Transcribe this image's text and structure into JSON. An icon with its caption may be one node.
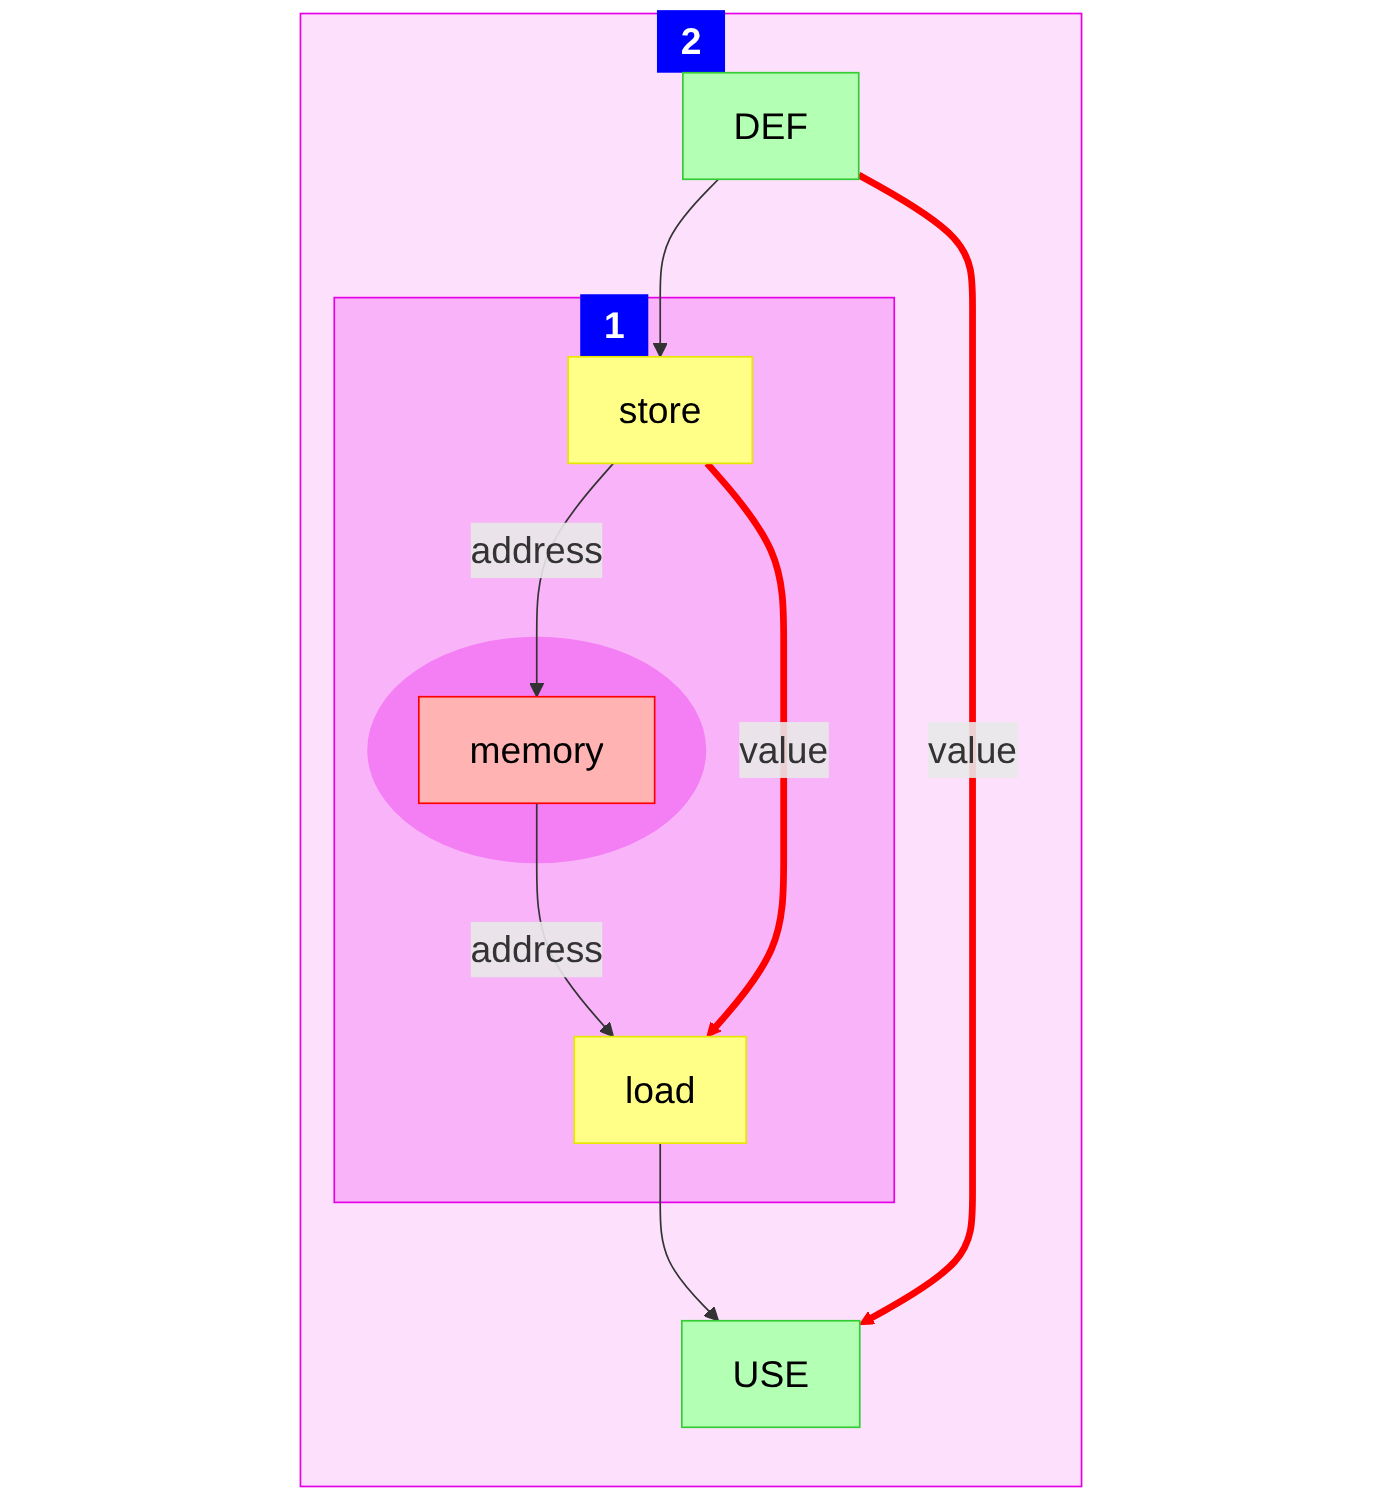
{
  "diagram": {
    "nodes": [
      {
        "text": [
          "2"
        ]
      },
      {
        "text": [
          "DEF"
        ],
        "in": 0
      },
      {
        "text": [
          "1"
        ],
        "in": 0
      },
      {
        "text": [
          "store"
        ],
        "in": 2
      },
      {
        "text": [],
        "shape": "ellipse",
        "in": 2
      },
      {
        "text": [
          "memory"
        ],
        "in": 4
      },
      {
        "text": [
          "load"
        ],
        "in": 2
      },
      {
        "text": [
          "USE"
        ],
        "in": 0
      }
    ],
    "edges": [
      {
        "from": 1,
        "to": 3,
        "arrow": "to"
      },
      {
        "from": 3,
        "to": 5,
        "arrow": "to",
        "label": "address"
      },
      {
        "from": 5,
        "to": 6,
        "arrow": "to",
        "label": "address"
      },
      {
        "from": 6,
        "to": 7,
        "arrow": "to"
      },
      {
        "from": 1,
        "to": 7,
        "arrow": "to",
        "label": "value",
        "style": "thick",
        "color": "#ff0000"
      },
      {
        "from": 3,
        "to": 6,
        "arrow": "to",
        "label": "value",
        "style": "thick",
        "color": "#ff0000"
      }
    ]
  }
}
